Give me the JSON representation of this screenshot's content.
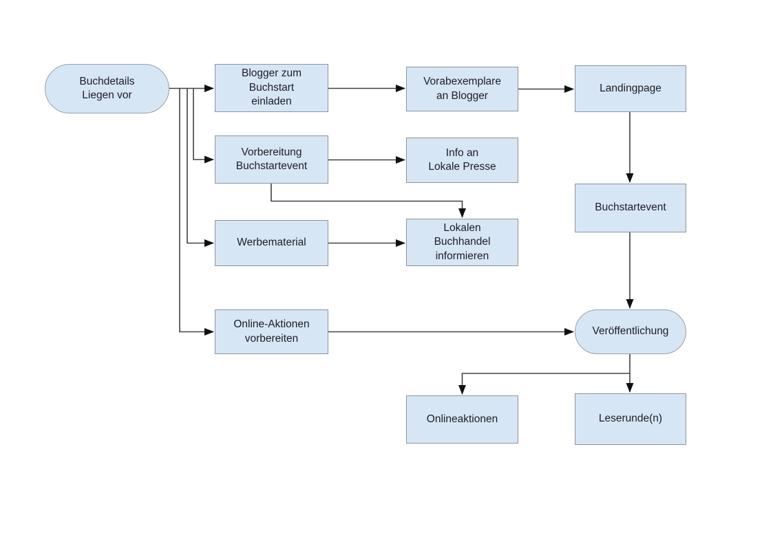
{
  "diagram": {
    "type": "flowchart",
    "colors": {
      "node_fill": "#d7e6f4",
      "node_border": "#8b949c",
      "connector": "#404040",
      "arrowhead": "#111111",
      "text": "#1c1c28",
      "background": "#ffffff"
    },
    "nodes": {
      "start": {
        "label": "Buchdetails\nLiegen vor",
        "shape": "stadium"
      },
      "blogger_einladen": {
        "label": "Blogger zum\nBuchstart\neinladen",
        "shape": "rect"
      },
      "vorabexemplare": {
        "label": "Vorabexemplare\nan Blogger",
        "shape": "rect"
      },
      "landingpage": {
        "label": "Landingpage",
        "shape": "rect"
      },
      "vorbereitung": {
        "label": "Vorbereitung\nBuchstartevent",
        "shape": "rect"
      },
      "info_presse": {
        "label": "Info an\nLokale Presse",
        "shape": "rect"
      },
      "werbematerial": {
        "label": "Werbematerial",
        "shape": "rect"
      },
      "buchhandel": {
        "label": "Lokalen\nBuchhandel\ninformieren",
        "shape": "rect"
      },
      "buchstartevent": {
        "label": "Buchstartevent",
        "shape": "rect"
      },
      "online_aktionen": {
        "label": "Online-Aktionen\nvorbereiten",
        "shape": "rect"
      },
      "veroeffentlichung": {
        "label": "Veröffentlichung",
        "shape": "stadium"
      },
      "onlineaktionen": {
        "label": "Onlineaktionen",
        "shape": "rect"
      },
      "leserunde": {
        "label": "Leserunde(n)",
        "shape": "rect"
      }
    },
    "edges": [
      {
        "from": "start",
        "to": "blogger_einladen"
      },
      {
        "from": "start",
        "to": "vorbereitung"
      },
      {
        "from": "start",
        "to": "werbematerial"
      },
      {
        "from": "start",
        "to": "online_aktionen"
      },
      {
        "from": "blogger_einladen",
        "to": "vorabexemplare"
      },
      {
        "from": "vorabexemplare",
        "to": "landingpage"
      },
      {
        "from": "landingpage",
        "to": "buchstartevent"
      },
      {
        "from": "vorbereitung",
        "to": "info_presse"
      },
      {
        "from": "vorbereitung",
        "to": "buchhandel"
      },
      {
        "from": "werbematerial",
        "to": "buchhandel"
      },
      {
        "from": "buchstartevent",
        "to": "veroeffentlichung"
      },
      {
        "from": "online_aktionen",
        "to": "veroeffentlichung"
      },
      {
        "from": "veroeffentlichung",
        "to": "onlineaktionen"
      },
      {
        "from": "veroeffentlichung",
        "to": "leserunde"
      }
    ]
  }
}
